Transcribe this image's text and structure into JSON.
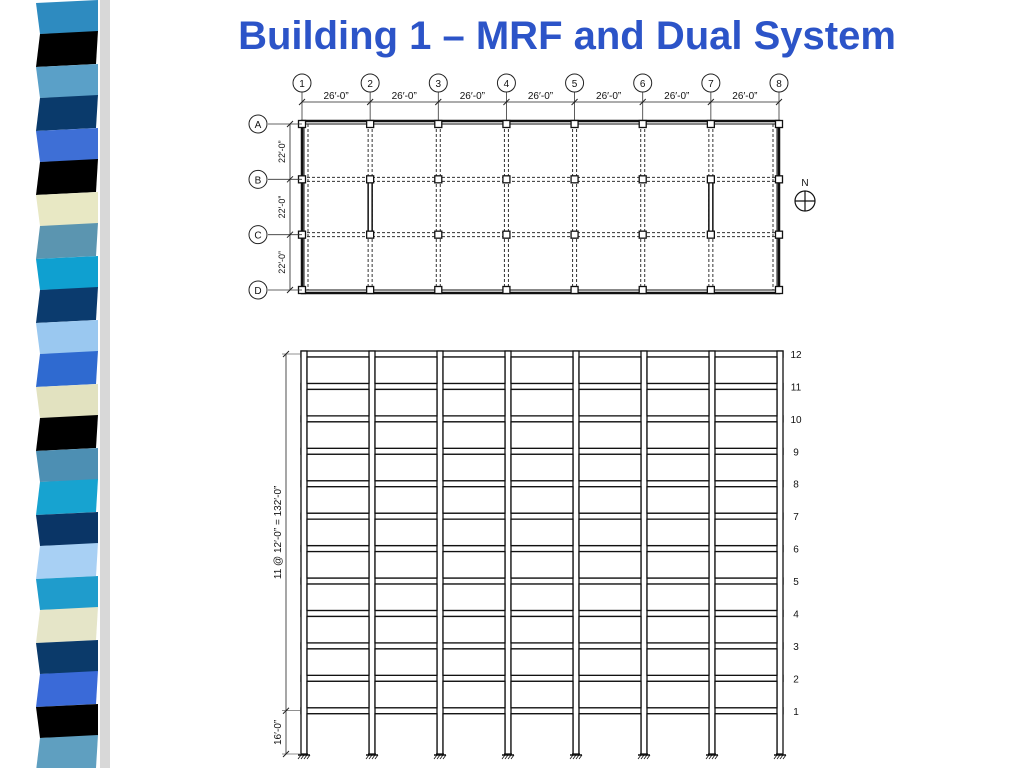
{
  "slide": {
    "title": "Building 1 – MRF and Dual System"
  },
  "stripe_colors": [
    "#2e8bc0",
    "#000000",
    "#5aa0c8",
    "#0a3a6b",
    "#3e6fd6",
    "#000000",
    "#e8e8c4",
    "#5b95b0",
    "#0fa0d0",
    "#0b3b6e",
    "#9ac8f0",
    "#2f6ad0",
    "#e2e2c0",
    "#000000",
    "#4d8fb3",
    "#17a3d0",
    "#0a3566",
    "#a8d0f4",
    "#1f9ccc",
    "#e5e5c8",
    "#0b3a6a",
    "#3a6ad8",
    "#000000",
    "#5f9fc0"
  ],
  "plan": {
    "column_lines": [
      "1",
      "2",
      "3",
      "4",
      "5",
      "6",
      "7",
      "8"
    ],
    "row_lines": [
      "A",
      "B",
      "C",
      "D"
    ],
    "bay_widths": [
      "26′-0”",
      "26′-0”",
      "26′-0”",
      "26′-0”",
      "26′-0”",
      "26′-0”",
      "26′-0”"
    ],
    "bay_depths": [
      "22′-0”",
      "22′-0”",
      "22′-0”"
    ],
    "north_label": "N"
  },
  "elevation": {
    "floor_labels": [
      "12",
      "11",
      "10",
      "9",
      "8",
      "7",
      "6",
      "5",
      "4",
      "3",
      "2",
      "1"
    ],
    "typical_height_label": "11 @ 12′-0” = 132′-0”",
    "ground_story_label": "16′-0”"
  }
}
